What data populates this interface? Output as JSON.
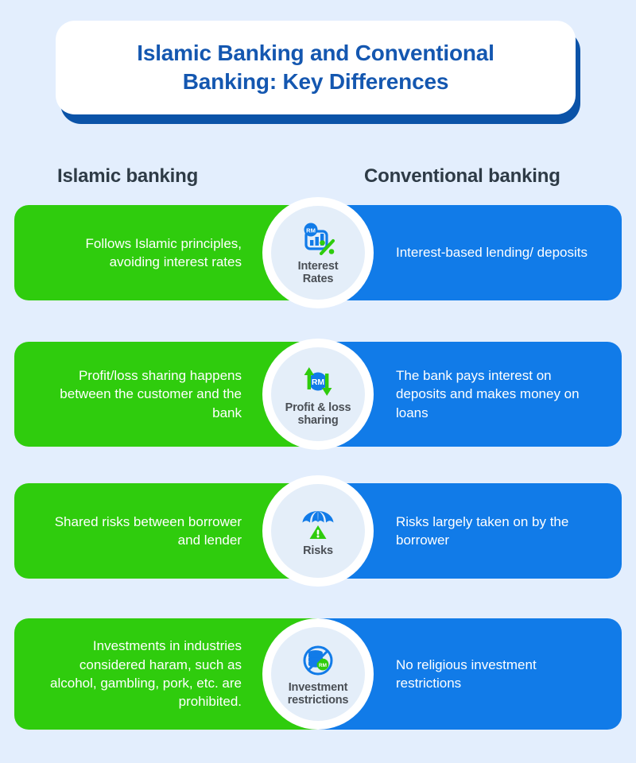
{
  "header": {
    "title": "Islamic Banking and Conventional Banking: Key Differences",
    "title_line1": "Islamic Banking and Conventional",
    "title_line2": "Banking: Key Differences"
  },
  "columns": {
    "left_label": "Islamic banking",
    "right_label": "Conventional banking"
  },
  "colors": {
    "background": "#e3eefd",
    "title_text": "#1457b0",
    "title_shadow": "#0b53a8",
    "islamic_panel": "#2fcc0d",
    "conventional_panel": "#117be8",
    "hub_fill": "#e4eef9",
    "hub_ring": "#ffffff",
    "label_text": "#4a4f55",
    "header_text": "#2e3b46"
  },
  "rows": [
    {
      "topic": "Interest Rates",
      "topic_line1": "Interest",
      "topic_line2": "Rates",
      "icon": "bar-chart-percent-rm-icon",
      "islamic": "Follows Islamic principles, avoiding interest rates",
      "conventional": "Interest-based lending/ deposits"
    },
    {
      "topic": "Profit & loss sharing",
      "topic_line1": "Profit & loss",
      "topic_line2": "sharing",
      "icon": "arrows-up-down-rm-icon",
      "islamic": "Profit/loss sharing happens between the customer and the bank",
      "conventional": "The bank pays interest on deposits and makes money on loans"
    },
    {
      "topic": "Risks",
      "topic_line1": "Risks",
      "topic_line2": "",
      "icon": "umbrella-warning-icon",
      "islamic": "Shared risks between borrower and lender",
      "conventional": "Risks largely taken on by the borrower"
    },
    {
      "topic": "Investment restrictions",
      "topic_line1": "Investment",
      "topic_line2": "restrictions",
      "icon": "coins-prohibited-icon",
      "islamic": "Investments in industries considered haram, such as alcohol, gambling, pork, etc. are prohibited.",
      "conventional": "No religious investment restrictions"
    }
  ]
}
